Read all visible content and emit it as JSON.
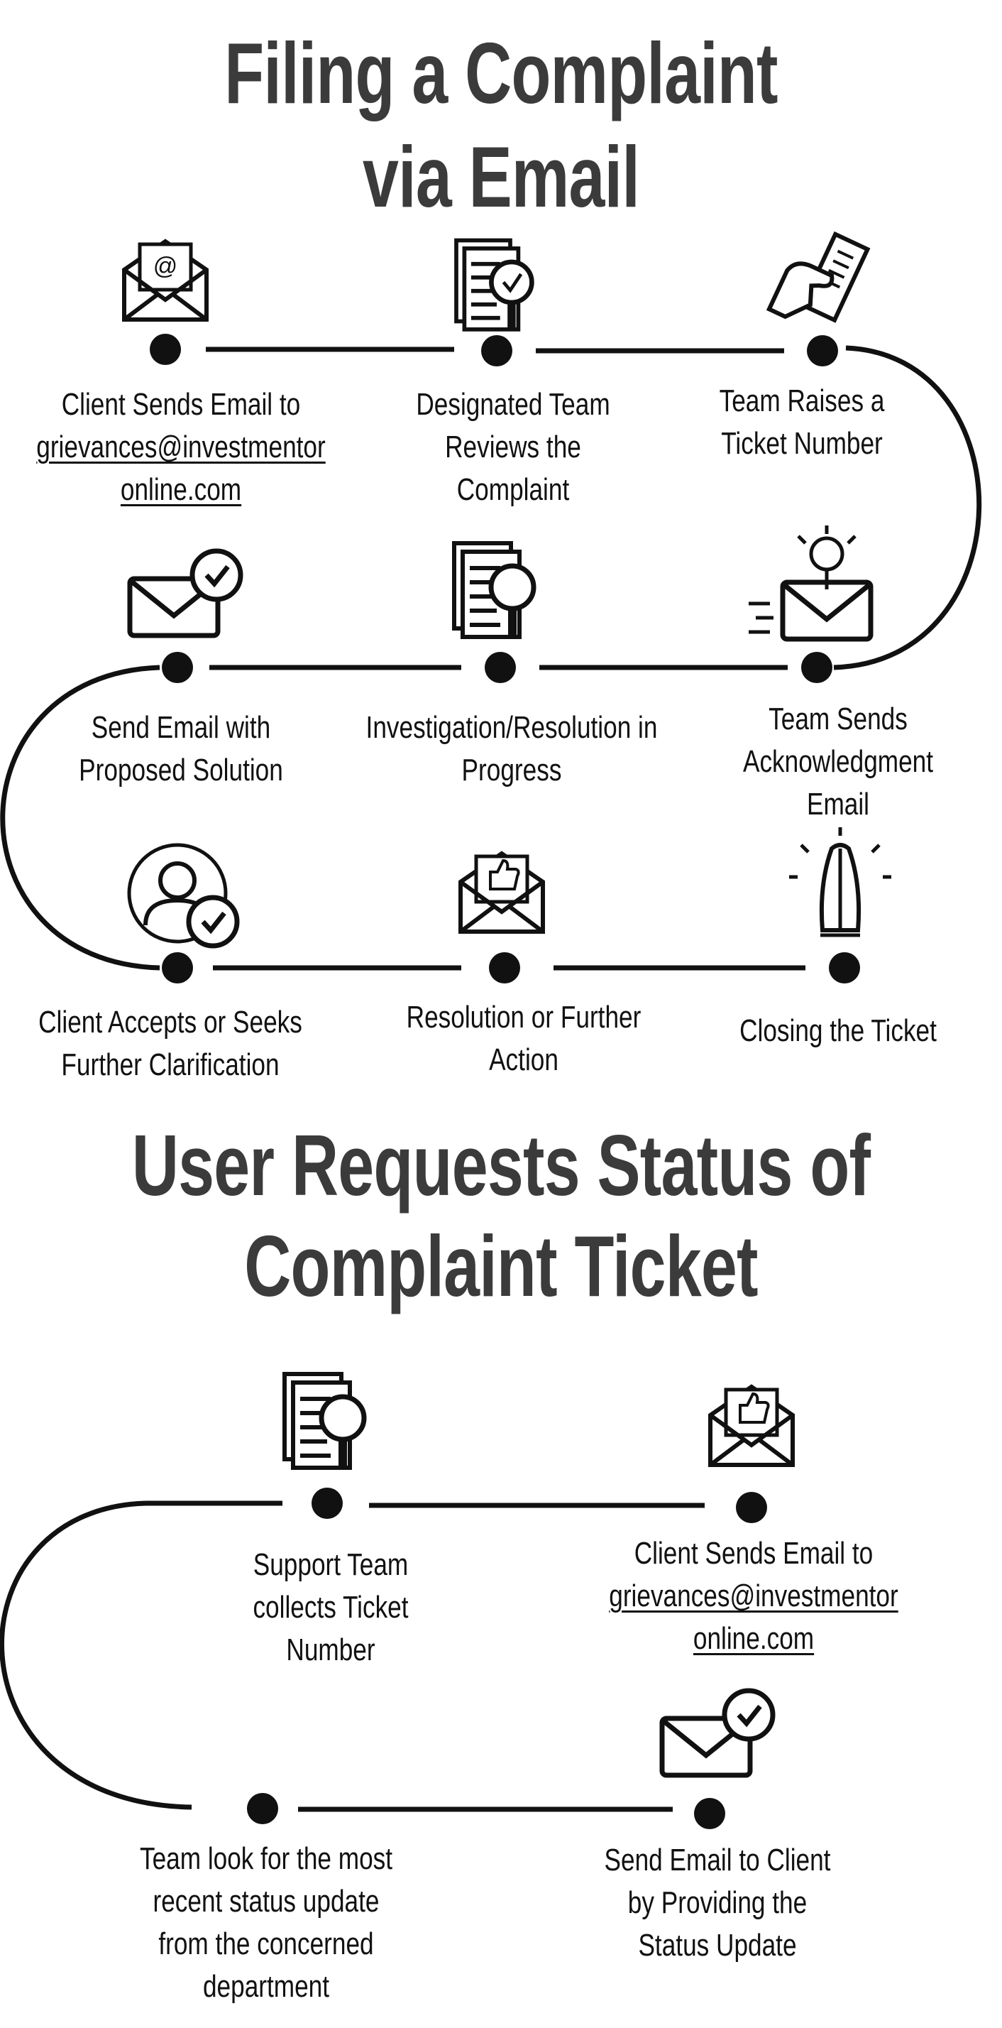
{
  "section1": {
    "title_lines": [
      "Filing a Complaint",
      "via Email"
    ],
    "steps": [
      {
        "lines": [
          "Client Sends Email to"
        ],
        "email_lines": [
          "grievances@investmentor",
          "online.com"
        ],
        "icon": "email-at-icon"
      },
      {
        "lines": [
          "Designated Team",
          "Reviews the",
          "Complaint"
        ],
        "icon": "document-review-icon"
      },
      {
        "lines": [
          "Team Raises a",
          "Ticket Number"
        ],
        "icon": "hand-ticket-icon"
      },
      {
        "lines": [
          "Team Sends",
          "Acknowledgment",
          "Email"
        ],
        "icon": "email-send-idea-icon"
      },
      {
        "lines": [
          "Investigation/Resolution in",
          "Progress"
        ],
        "icon": "document-search-icon"
      },
      {
        "lines": [
          "Send Email with",
          "Proposed Solution"
        ],
        "icon": "email-check-icon"
      },
      {
        "lines": [
          "Client Accepts or Seeks",
          "Further Clarification"
        ],
        "icon": "user-check-icon"
      },
      {
        "lines": [
          "Resolution or Further",
          "Action"
        ],
        "icon": "email-thumbs-up-icon"
      },
      {
        "lines": [
          "Closing the Ticket"
        ],
        "icon": "praying-hands-icon"
      }
    ]
  },
  "section2": {
    "title_lines": [
      "User Requests Status of",
      "Complaint Ticket"
    ],
    "steps": [
      {
        "lines": [
          "Client Sends Email to"
        ],
        "email_lines": [
          "grievances@investmentor",
          "online.com"
        ],
        "icon": "email-thumbs-up-icon"
      },
      {
        "lines": [
          "Support Team",
          "collects Ticket",
          "Number"
        ],
        "icon": "document-search-icon"
      },
      {
        "lines": [
          "Team look for the most",
          "recent status update",
          "from the concerned",
          "department"
        ]
      },
      {
        "lines": [
          "Send Email to Client",
          "by Providing the",
          "Status Update"
        ],
        "icon": "email-check-icon"
      }
    ]
  }
}
